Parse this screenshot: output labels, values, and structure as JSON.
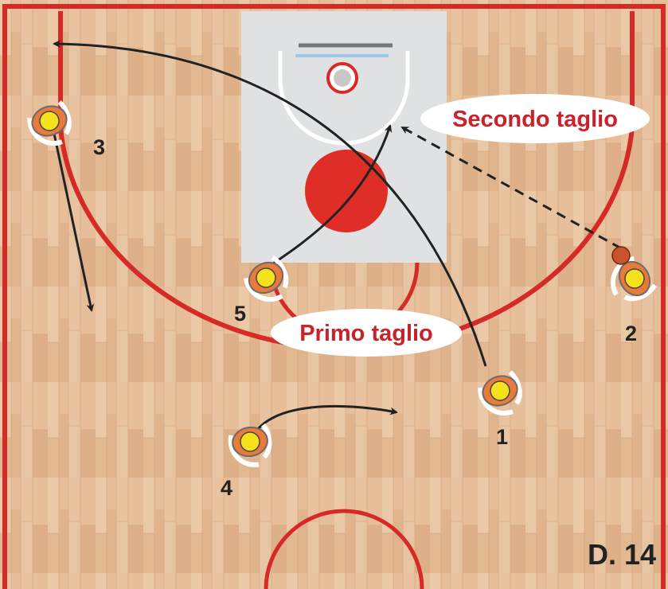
{
  "diagram": {
    "tag": "D. 14",
    "callouts": {
      "primo": "Primo taglio",
      "secondo": "Secondo taglio"
    },
    "players": [
      {
        "id": "3",
        "label": "3",
        "ball": false
      },
      {
        "id": "5",
        "label": "5",
        "ball": false
      },
      {
        "id": "2",
        "label": "2",
        "ball": true
      },
      {
        "id": "1",
        "label": "1",
        "ball": false
      },
      {
        "id": "4",
        "label": "4",
        "ball": false
      }
    ],
    "movements": [
      {
        "from": "1",
        "description": "cut toward corner over the top"
      },
      {
        "from": "3",
        "description": "cut down the wing"
      },
      {
        "from": "5",
        "description": "cut to basket"
      },
      {
        "from": "2",
        "description": "pass to basket",
        "style": "dashed"
      },
      {
        "from": "4",
        "description": "move to the right"
      }
    ],
    "colors": {
      "floor": "#e4bd98",
      "court_lines": "#d62a28",
      "paint": "#dfe1e3",
      "center_dot": "#df2d27",
      "arrows": "#222222",
      "callout_text": "#c8232b",
      "player_head": "#f5e21c",
      "player_body": "#e87a3c"
    }
  }
}
